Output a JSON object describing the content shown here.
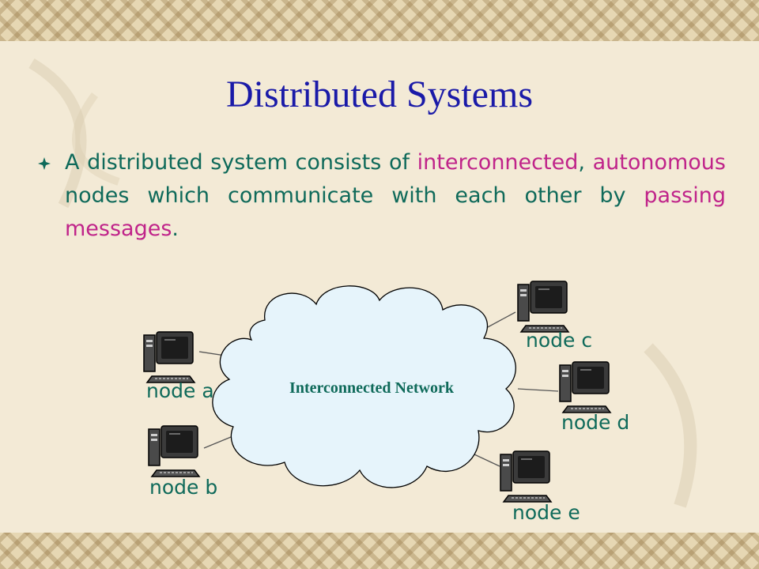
{
  "slide": {
    "title": "Distributed Systems",
    "bullet": {
      "icon": "diamond-bullet-icon",
      "segments": [
        {
          "text": "A distributed system consists of ",
          "highlight": false
        },
        {
          "text": "interconnected",
          "highlight": true
        },
        {
          "text": ", ",
          "highlight": false
        },
        {
          "text": "autonomous",
          "highlight": true
        },
        {
          "text": " nodes which communicate with each other by ",
          "highlight": false
        },
        {
          "text": "passing messages",
          "highlight": true
        },
        {
          "text": ".",
          "highlight": false
        }
      ]
    }
  },
  "diagram": {
    "network_label": "Interconnected Network",
    "nodes": [
      {
        "id": "a",
        "label": "node a"
      },
      {
        "id": "b",
        "label": "node b"
      },
      {
        "id": "c",
        "label": "node c"
      },
      {
        "id": "d",
        "label": "node d"
      },
      {
        "id": "e",
        "label": "node e"
      }
    ]
  },
  "colors": {
    "title": "#1a1aa8",
    "text": "#0f6a5a",
    "highlight": "#c0248a",
    "cloud_fill": "#e6f4fb",
    "background": "#f3ead6"
  }
}
